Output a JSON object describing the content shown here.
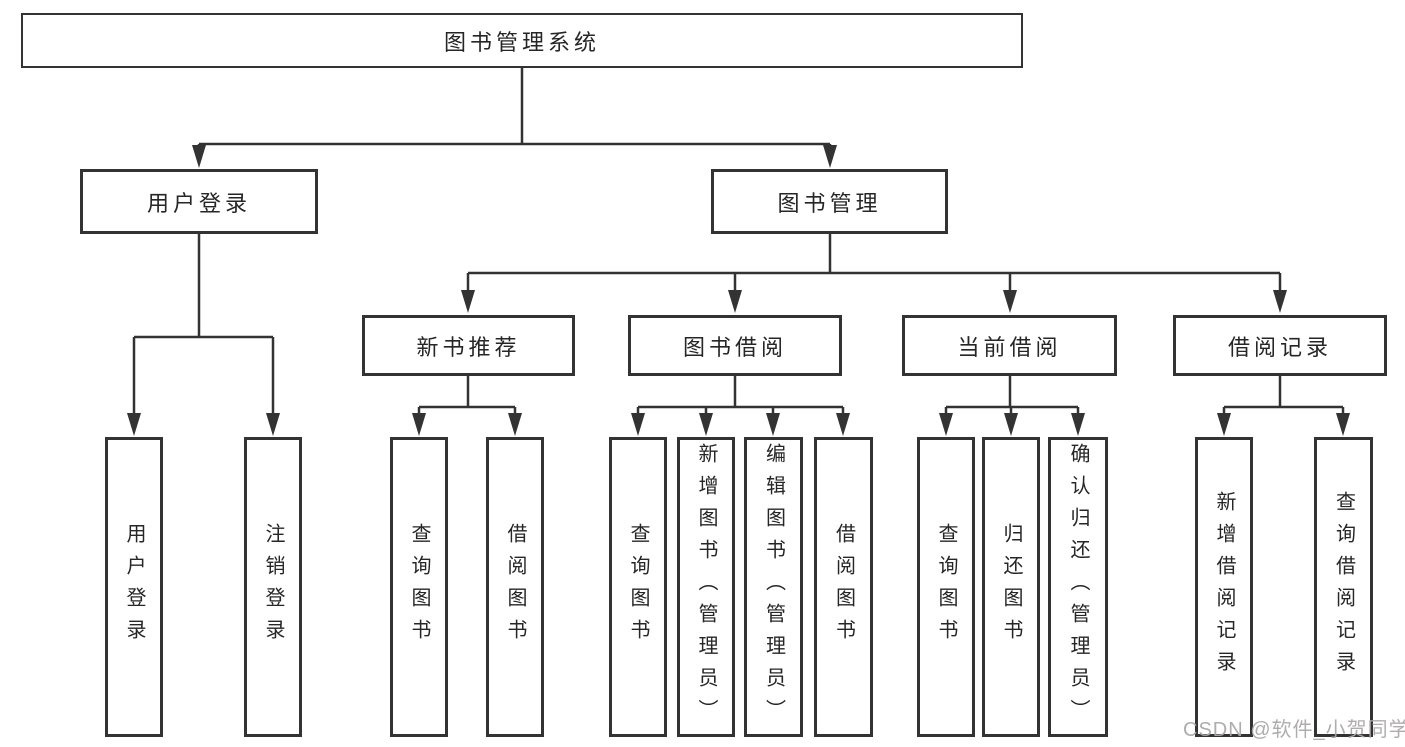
{
  "diagram": {
    "root": {
      "label": "图书管理系统",
      "children": [
        {
          "label": "用户登录",
          "children": [
            {
              "label": "用户登录"
            },
            {
              "label": "注销登录"
            }
          ]
        },
        {
          "label": "图书管理",
          "children": [
            {
              "label": "新书推荐",
              "children": [
                {
                  "label": "查询图书"
                },
                {
                  "label": "借阅图书"
                }
              ]
            },
            {
              "label": "图书借阅",
              "children": [
                {
                  "label": "查询图书"
                },
                {
                  "label": "新增图书（管理员）"
                },
                {
                  "label": "编辑图书（管理员）"
                },
                {
                  "label": "借阅图书"
                }
              ]
            },
            {
              "label": "当前借阅",
              "children": [
                {
                  "label": "查询图书"
                },
                {
                  "label": "归还图书"
                },
                {
                  "label": "确认归还（管理员）"
                }
              ]
            },
            {
              "label": "借阅记录",
              "children": [
                {
                  "label": "新增借阅记录"
                },
                {
                  "label": "查询借阅记录"
                }
              ]
            }
          ]
        }
      ]
    }
  },
  "watermark": {
    "text": "CSDN @软件_小贺同学"
  },
  "colors": {
    "line": "#333333",
    "box_border": "#333333",
    "box_fill": "#ffffff",
    "label_text": "#262626",
    "watermark_text": "#aba8a8",
    "background": "#ffffff"
  }
}
